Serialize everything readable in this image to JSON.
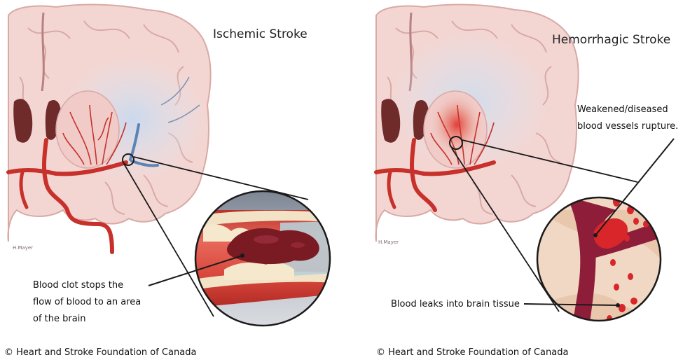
{
  "left_panel": {
    "title": "Ischemic Stroke",
    "annotation": [
      "Blood clot stops the",
      "flow of blood to an area",
      "of the brain"
    ],
    "signature": "H.Mayer",
    "credit": "© Heart and Stroke Foundation of Canada"
  },
  "right_panel": {
    "title": "Hemorrhagic Stroke",
    "annotation_top": [
      "Weakened/diseased",
      "blood vessels rupture."
    ],
    "annotation_bottom": "Blood leaks into brain tissue",
    "signature": "H.Mayer",
    "credit": "© Heart and Stroke Foundation of Canada"
  },
  "colors": {
    "brain_tissue": "#f3d6d2",
    "brain_outline": "#d9a9a6",
    "artery_red": "#c8312b",
    "clot": "#7a1a22",
    "blood_pool": "#d8262a",
    "ischemic_zone": "#d9e4f1",
    "vessel_wall": "#e9b8a2",
    "vessel_maroon": "#8e1d3a"
  }
}
